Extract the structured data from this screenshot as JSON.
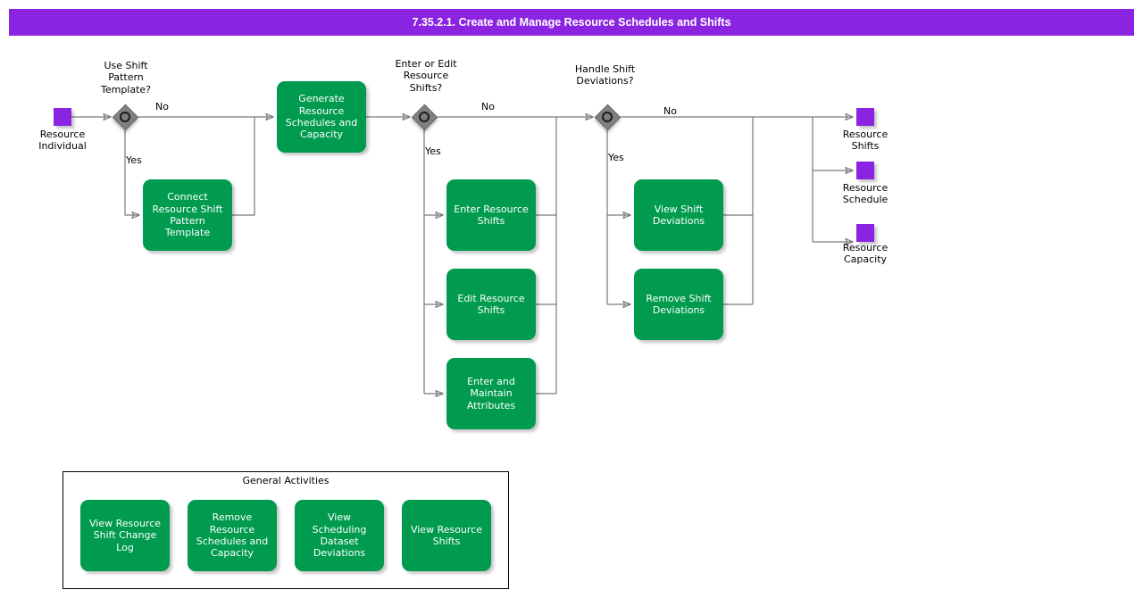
{
  "header": {
    "title": "7.35.2.1. Create and Manage Resource Schedules and Shifts",
    "background_color": "#8A24E0",
    "text_color": "#FFFFFF"
  },
  "palette": {
    "task_green": "#009B4E",
    "node_purple": "#8A24E0",
    "gateway_gray": "#808080",
    "connector_gray": "#7A7A7A",
    "page_background": "#FFFFFF"
  },
  "diagram": {
    "type": "bpmn-process-flow",
    "start_node": {
      "name": "start-resource-individual",
      "shape": "square",
      "color": "#8A24E0",
      "label": "Resource\nIndividual"
    },
    "gateways": [
      {
        "id": "gw-use-shift-pattern-template",
        "title": "Use Shift\nPattern\nTemplate?",
        "branches": [
          {
            "label": "No",
            "target": "Generate Resource Schedules and Capacity"
          },
          {
            "label": "Yes",
            "target": "Connect Resource Shift Pattern Template"
          }
        ]
      },
      {
        "id": "gw-enter-or-edit-resource-shifts",
        "title": "Enter or Edit\nResource\nShifts?",
        "branches": [
          {
            "label": "No",
            "target": "Handle Shift Deviations?"
          },
          {
            "label": "Yes",
            "target": "Enter Resource Shifts / Edit Resource Shifts / Enter and Maintain Attributes"
          }
        ]
      },
      {
        "id": "gw-handle-shift-deviations",
        "title": "Handle Shift\nDeviations?",
        "branches": [
          {
            "label": "No",
            "target": "Resource Shifts / Resource Schedule / Resource Capacity"
          },
          {
            "label": "Yes",
            "target": "View Shift Deviations / Remove Shift Deviations"
          }
        ]
      }
    ],
    "tasks": [
      {
        "id": "task-connect-resource-shift-pattern-template",
        "label": "Connect\nResource Shift\nPattern\nTemplate"
      },
      {
        "id": "task-generate-resource-schedules-and-capacity",
        "label": "Generate\nResource\nSchedules and\nCapacity"
      },
      {
        "id": "task-enter-resource-shifts",
        "label": "Enter Resource\nShifts"
      },
      {
        "id": "task-edit-resource-shifts",
        "label": "Edit Resource\nShifts"
      },
      {
        "id": "task-enter-and-maintain-attributes",
        "label": "Enter and\nMaintain\nAttributes"
      },
      {
        "id": "task-view-shift-deviations",
        "label": "View Shift\nDeviations"
      },
      {
        "id": "task-remove-shift-deviations",
        "label": "Remove Shift\nDeviations"
      }
    ],
    "outputs": [
      {
        "id": "output-resource-shifts",
        "label": "Resource\nShifts"
      },
      {
        "id": "output-resource-schedule",
        "label": "Resource\nSchedule"
      },
      {
        "id": "output-resource-capacity",
        "label": "Resource\nCapacity"
      }
    ]
  },
  "general_activities": {
    "title": "General Activities",
    "items": [
      {
        "id": "gen-view-resource-shift-change-log",
        "label": "View Resource\nShift Change\nLog"
      },
      {
        "id": "gen-remove-resource-schedules-and-capacity",
        "label": "Remove\nResource\nSchedules and\nCapacity"
      },
      {
        "id": "gen-view-scheduling-dataset-deviations",
        "label": "View Scheduling\nDataset\nDeviations"
      },
      {
        "id": "gen-view-resource-shifts",
        "label": "View Resource\nShifts"
      }
    ]
  }
}
